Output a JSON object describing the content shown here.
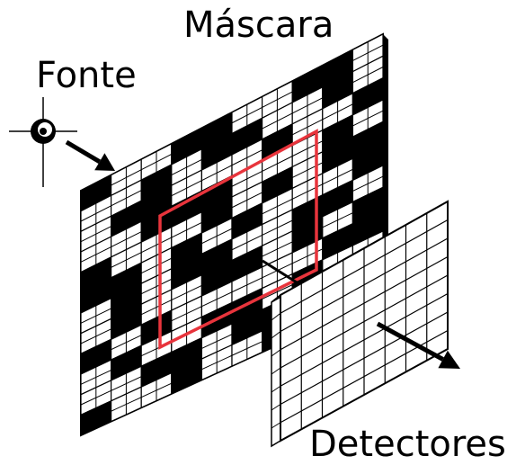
{
  "labels": {
    "mask": "Máscara",
    "source": "Fonte",
    "detectors": "Detectores"
  },
  "colors": {
    "ink": "#000000",
    "paper": "#ffffff",
    "highlight": "#e8343c"
  },
  "mask_pattern": [
    "1001100110",
    "0010110010",
    "0110001001",
    "0011100010",
    "1000101011",
    "1101010001",
    "0101100110",
    "0100110101",
    "1010000011",
    "0100110100",
    "0011011010",
    "1001001001"
  ],
  "detector_grid": {
    "rows": 8,
    "cols": 8
  },
  "icons": [
    "source-icon",
    "arrow-source-icon",
    "arrow-detector-icon"
  ]
}
